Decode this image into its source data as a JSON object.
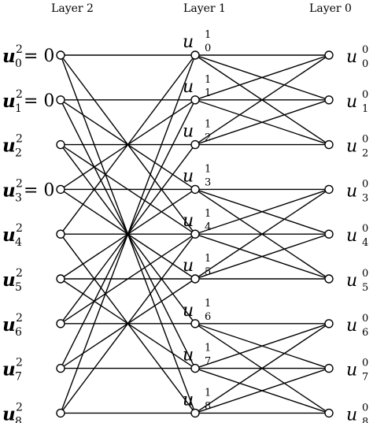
{
  "layers": [
    {
      "title": "Layer 2"
    },
    {
      "title": "Layer 1"
    },
    {
      "title": "Layer 0"
    }
  ],
  "layer2_nodes": [
    {
      "base": "u",
      "sup": "2",
      "sub": "0",
      "suffix": "= 0"
    },
    {
      "base": "u",
      "sup": "2",
      "sub": "1",
      "suffix": "= 0"
    },
    {
      "base": "u",
      "sup": "2",
      "sub": "2",
      "suffix": ""
    },
    {
      "base": "u",
      "sup": "2",
      "sub": "3",
      "suffix": "= 0"
    },
    {
      "base": "u",
      "sup": "2",
      "sub": "4",
      "suffix": ""
    },
    {
      "base": "u",
      "sup": "2",
      "sub": "5",
      "suffix": ""
    },
    {
      "base": "u",
      "sup": "2",
      "sub": "6",
      "suffix": ""
    },
    {
      "base": "u",
      "sup": "2",
      "sub": "7",
      "suffix": ""
    },
    {
      "base": "u",
      "sup": "2",
      "sub": "8",
      "suffix": ""
    }
  ],
  "layer1_nodes": [
    {
      "base": "u",
      "sup": "1",
      "sub": "0"
    },
    {
      "base": "u",
      "sup": "1",
      "sub": "1"
    },
    {
      "base": "u",
      "sup": "1",
      "sub": "2"
    },
    {
      "base": "u",
      "sup": "1",
      "sub": "3"
    },
    {
      "base": "u",
      "sup": "1",
      "sub": "4"
    },
    {
      "base": "u",
      "sup": "1",
      "sub": "5"
    },
    {
      "base": "u",
      "sup": "1",
      "sub": "6"
    },
    {
      "base": "u",
      "sup": "1",
      "sub": "7"
    },
    {
      "base": "u",
      "sup": "1",
      "sub": "8"
    }
  ],
  "layer0_nodes": [
    {
      "base": "u",
      "sup": "0",
      "sub": "0"
    },
    {
      "base": "u",
      "sup": "0",
      "sub": "1"
    },
    {
      "base": "u",
      "sup": "0",
      "sub": "2"
    },
    {
      "base": "u",
      "sup": "0",
      "sub": "3"
    },
    {
      "base": "u",
      "sup": "0",
      "sub": "4"
    },
    {
      "base": "u",
      "sup": "0",
      "sub": "5"
    },
    {
      "base": "u",
      "sup": "0",
      "sub": "6"
    },
    {
      "base": "u",
      "sup": "0",
      "sub": "7"
    },
    {
      "base": "u",
      "sup": "0",
      "sub": "8"
    }
  ],
  "edges_layer2_to_layer1": [
    [
      0,
      0
    ],
    [
      0,
      4
    ],
    [
      0,
      8
    ],
    [
      1,
      1
    ],
    [
      1,
      3
    ],
    [
      1,
      7
    ],
    [
      2,
      2
    ],
    [
      2,
      4
    ],
    [
      2,
      6
    ],
    [
      3,
      3
    ],
    [
      3,
      1
    ],
    [
      3,
      5
    ],
    [
      4,
      4
    ],
    [
      4,
      0
    ],
    [
      4,
      8
    ],
    [
      5,
      5
    ],
    [
      5,
      3
    ],
    [
      5,
      7
    ],
    [
      6,
      6
    ],
    [
      6,
      2
    ],
    [
      6,
      4
    ],
    [
      7,
      7
    ],
    [
      7,
      1
    ],
    [
      7,
      5
    ],
    [
      8,
      8
    ],
    [
      8,
      0
    ],
    [
      8,
      4
    ]
  ],
  "edges_layer1_to_layer0": [
    [
      0,
      0
    ],
    [
      0,
      1
    ],
    [
      0,
      2
    ],
    [
      1,
      1
    ],
    [
      1,
      0
    ],
    [
      1,
      2
    ],
    [
      2,
      2
    ],
    [
      2,
      0
    ],
    [
      2,
      1
    ],
    [
      3,
      3
    ],
    [
      3,
      4
    ],
    [
      3,
      5
    ],
    [
      4,
      4
    ],
    [
      4,
      3
    ],
    [
      4,
      5
    ],
    [
      5,
      5
    ],
    [
      5,
      3
    ],
    [
      5,
      4
    ],
    [
      6,
      6
    ],
    [
      6,
      7
    ],
    [
      6,
      8
    ],
    [
      7,
      7
    ],
    [
      7,
      6
    ],
    [
      7,
      8
    ],
    [
      8,
      8
    ],
    [
      8,
      6
    ],
    [
      8,
      7
    ]
  ]
}
